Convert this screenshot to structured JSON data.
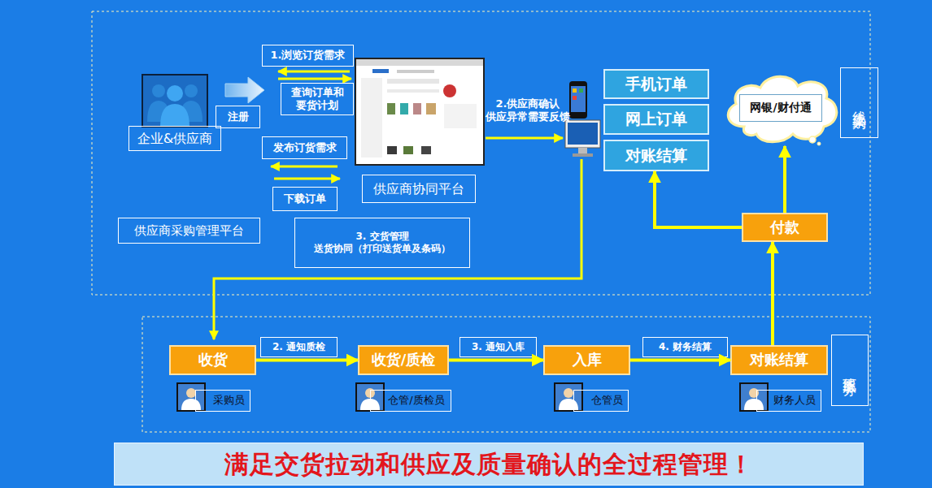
{
  "diagram": {
    "nodes": [
      {
        "text": [
          "1.浏览订货需求"
        ]
      },
      {
        "text": [
          "企业&供应商"
        ]
      },
      {
        "text": [
          "注册"
        ]
      },
      {
        "text": [
          "查询订单和 要货计划"
        ]
      },
      {
        "text": [
          "手机订单"
        ]
      },
      {
        "text": [
          "线上采购"
        ]
      },
      {
        "text": [
          "网银/财付通"
        ]
      },
      {
        "text": [
          "网上订单"
        ]
      },
      {
        "text": [
          "发布订货需求"
        ]
      },
      {
        "text": [
          "对账结算"
        ]
      },
      {
        "text": [
          "下载订单"
        ]
      },
      {
        "text": [
          "供应商协同平台"
        ]
      },
      {
        "text": [
          "供应商采购管理平台"
        ]
      },
      {
        "text": [
          "3. 交货管理",
          "送货协同（打印送货单及条码）"
        ]
      },
      {
        "text": [
          "付款"
        ]
      },
      {
        "text": [
          "收货"
        ]
      },
      {
        "text": [
          "收货/质检"
        ]
      },
      {
        "text": [
          "入库"
        ]
      },
      {
        "text": [
          "对账结算"
        ]
      },
      {
        "text": [
          "线下服务"
        ]
      },
      {
        "text": [
          "采购员"
        ]
      },
      {
        "text": [
          "仓管/质检员"
        ]
      },
      {
        "text": [
          "仓管员"
        ]
      },
      {
        "text": [
          "财务人员"
        ]
      },
      {
        "text": [
          "满足交货拉动和供应及质量确认的全过程管理！"
        ]
      }
    ],
    "edges": [
      {
        "from": 14,
        "to": 6,
        "arrow": "to"
      },
      {
        "from": 14,
        "to": 9,
        "arrow": "to"
      },
      {
        "from": 18,
        "to": 14,
        "arrow": "to"
      },
      {
        "from": 15,
        "to": 16,
        "label": "2. 通知质检",
        "arrow": "to"
      },
      {
        "from": 16,
        "to": 17,
        "label": "3. 通知入库",
        "arrow": "to"
      },
      {
        "from": 17,
        "to": 18,
        "label": "4. 财务结算",
        "arrow": "to"
      }
    ],
    "labels": [
      "2.供应商确认 供应异常需要反馈"
    ]
  }
}
